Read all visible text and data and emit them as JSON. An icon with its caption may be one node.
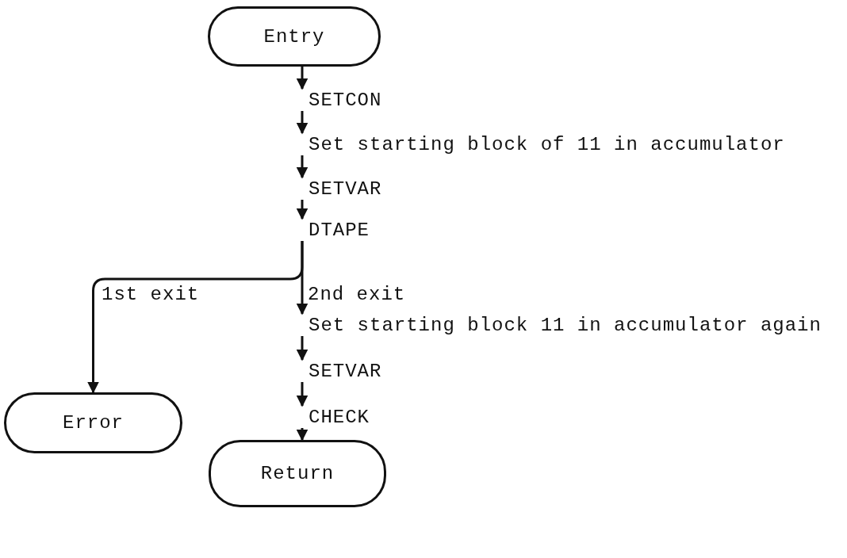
{
  "diagram": {
    "nodes": [
      {
        "text": [
          "Entry"
        ]
      },
      {
        "text": [
          "SETCON"
        ]
      },
      {
        "text": [
          "Set starting block of 11 in accumulator"
        ]
      },
      {
        "text": [
          "SETVAR"
        ]
      },
      {
        "text": [
          "DTAPE"
        ]
      },
      {
        "text": [
          "Set starting block 11 in accumulator again"
        ]
      },
      {
        "text": [
          "SETVAR"
        ]
      },
      {
        "text": [
          "CHECK"
        ]
      },
      {
        "text": [
          "Error"
        ]
      },
      {
        "text": [
          "Return"
        ]
      }
    ],
    "edges": [
      {
        "from": 0,
        "to": 1,
        "arrow": "to"
      },
      {
        "from": 1,
        "to": 2,
        "arrow": "to"
      },
      {
        "from": 2,
        "to": 3,
        "arrow": "to"
      },
      {
        "from": 3,
        "to": 4,
        "arrow": "to"
      },
      {
        "from": 4,
        "to": 8,
        "arrow": "to",
        "label": "1st exit"
      },
      {
        "from": 4,
        "to": 5,
        "arrow": "to",
        "label": "2nd exit"
      },
      {
        "from": 5,
        "to": 6,
        "arrow": "to"
      },
      {
        "from": 6,
        "to": 7,
        "arrow": "to"
      },
      {
        "from": 7,
        "to": 9,
        "arrow": "to"
      }
    ]
  }
}
